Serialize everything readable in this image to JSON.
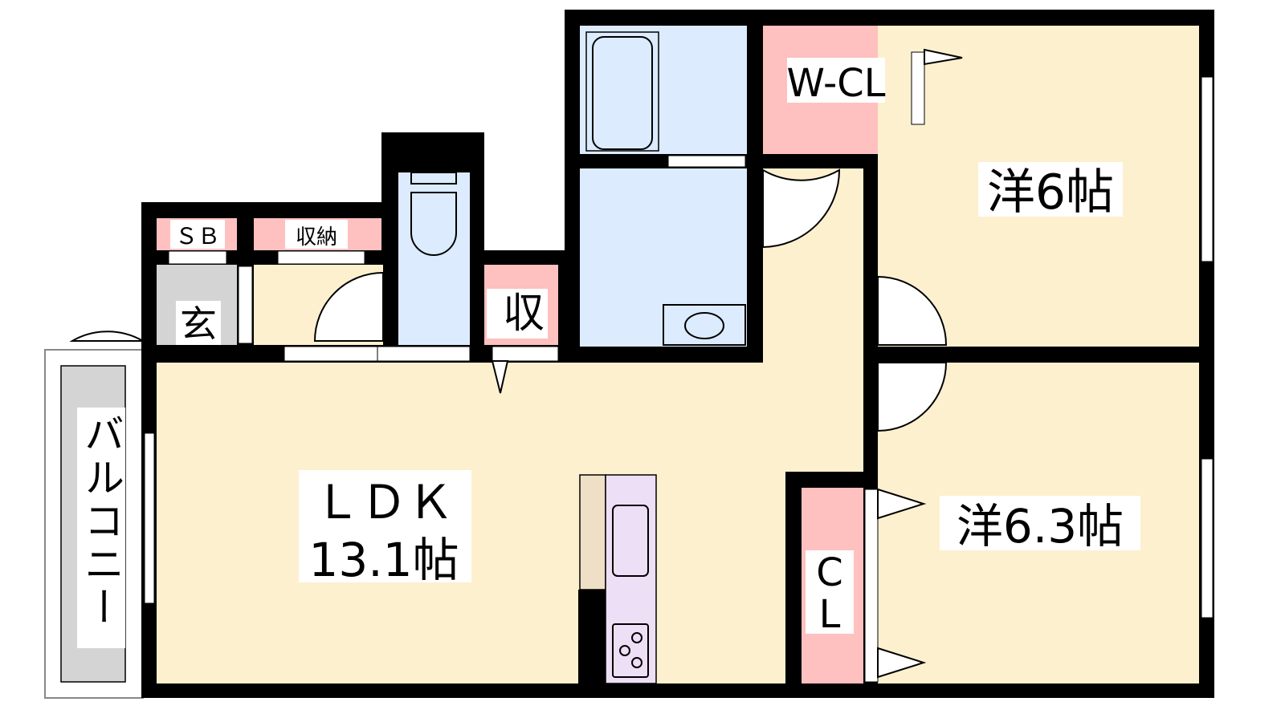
{
  "colors": {
    "wall": "#000000",
    "living": "#fdf0cf",
    "storage": "#ffc0c0",
    "wet_area": "#dcebfd",
    "entrance": "#d4d4d4",
    "kitchen": "#eddff5",
    "counter": "#eedfc6"
  },
  "rooms": {
    "sb": "ＳＢ",
    "storage": "収納",
    "entrance": "玄",
    "small_storage": "収",
    "walk_in_closet": "W-CL",
    "western_room_1": "洋6帖",
    "western_room_2": "洋6.3帖",
    "ldk_name": "ＬＤＫ",
    "ldk_size": "13.1帖",
    "balcony": "バルコニー",
    "closet_c": "C",
    "closet_l": "L"
  }
}
